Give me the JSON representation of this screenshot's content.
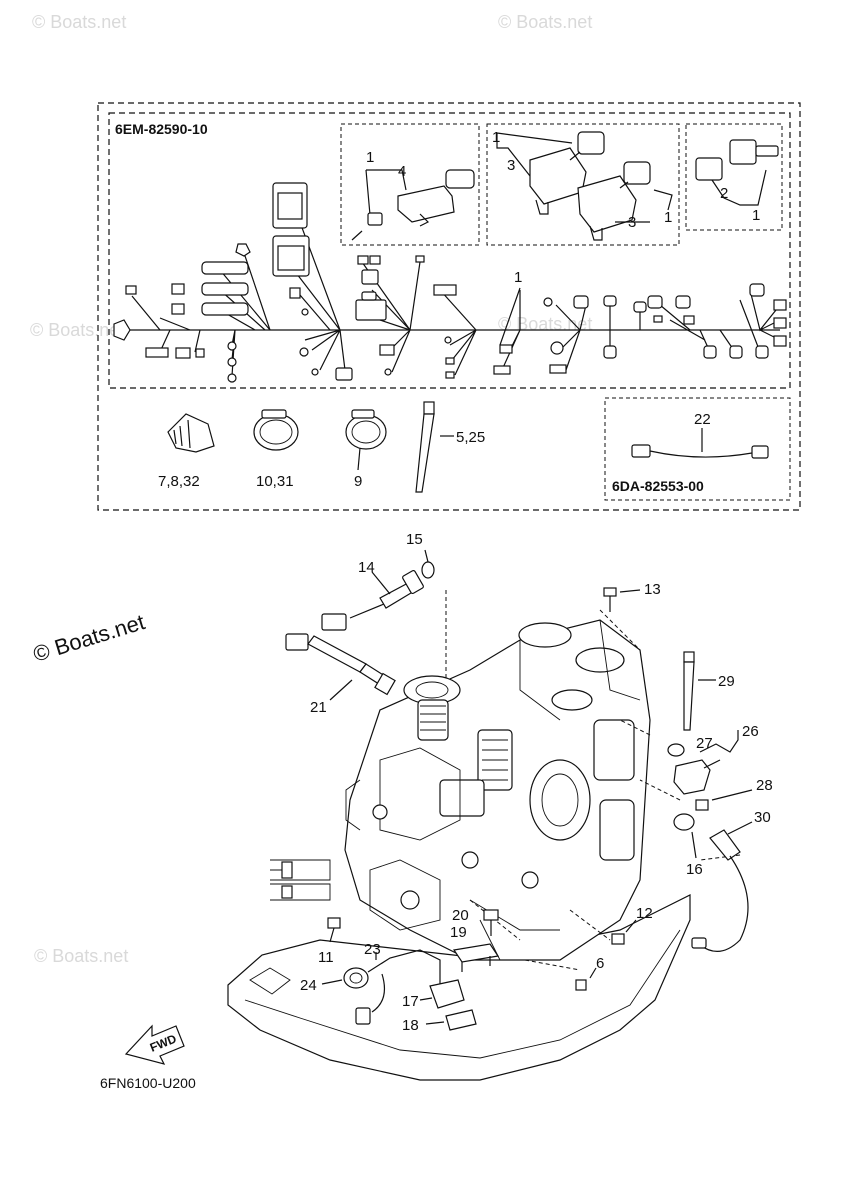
{
  "watermark": "© Boats.net",
  "copyright": "© Boats.net",
  "harness_code": "6EM-82590-10",
  "sub_harness_code": "6DA-82553-00",
  "diagram_id": "6FN6100-U200",
  "fwd_label": "FWD",
  "callouts": {
    "c1a": "1",
    "c4": "4",
    "c1b": "1",
    "c3a": "3",
    "c3b": "3",
    "c1c": "1",
    "c2": "2",
    "c1d": "1",
    "c1e": "1",
    "c22": "22",
    "c7832": "7,8,32",
    "c1031": "10,31",
    "c9": "9",
    "c525": "5,25",
    "c15": "15",
    "c14": "14",
    "c13": "13",
    "c21": "21",
    "c29": "29",
    "c26": "26",
    "c27": "27",
    "c28": "28",
    "c30": "30",
    "c16": "16",
    "c12": "12",
    "c20": "20",
    "c19": "19",
    "c11": "11",
    "c23": "23",
    "c24": "24",
    "c6": "6",
    "c17": "17",
    "c18": "18"
  }
}
